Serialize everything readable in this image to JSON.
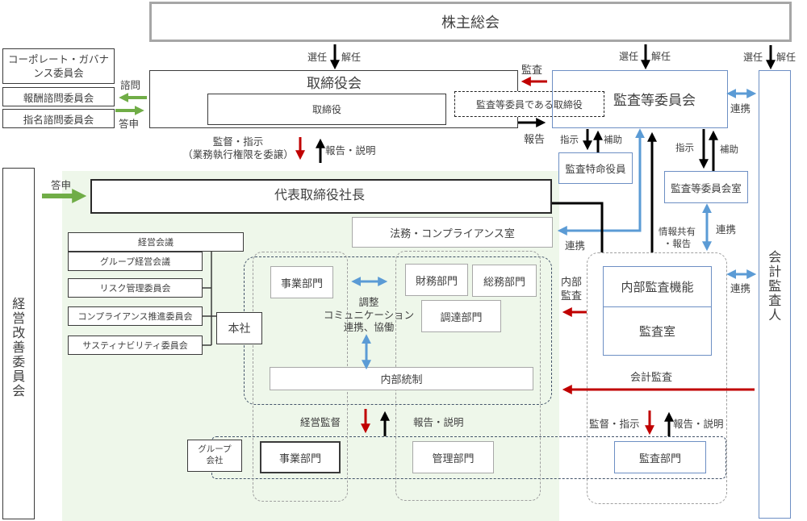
{
  "shareholders_meeting": "株主総会",
  "board": {
    "title": "取締役会",
    "directors": "取締役",
    "audit_committee_director": "監査等委員である取締役"
  },
  "advisory_committees": [
    "コーポレート・ガバナンス委員会",
    "報酬諮問委員会",
    "指名諮問委員会"
  ],
  "audit_committee": "監査等委員会",
  "special_auditor": "監査特命役員",
  "audit_committee_office": "監査等委員会室",
  "accounting_auditor": "会計監査人",
  "management_improvement_committee": "経営改善委員会",
  "president": "代表取締役社長",
  "legal_compliance_office": "法務・コンプライアンス室",
  "meetings": [
    "経営会議",
    "グループ経営会議",
    "リスク管理委員会",
    "コンプライアンス推進委員会",
    "サスティナビリティ委員会"
  ],
  "head_office": "本社",
  "departments": {
    "business": "事業部門",
    "finance": "財務部門",
    "general_affairs": "総務部門",
    "procurement": "調達部門",
    "internal_control": "内部統制",
    "coordination": "調整\nコミュニケーション\n連携、協働"
  },
  "internal_audit": {
    "function": "内部監査機能",
    "office": "監査室"
  },
  "group_companies": {
    "label": "グループ\n会社",
    "business": "事業部門",
    "management": "管理部門",
    "audit": "監査部門"
  },
  "arrow_labels": {
    "elect": "選任",
    "dismiss": "解任",
    "consult": "諮問",
    "report_answer": "答申",
    "audit": "監査",
    "report": "報告",
    "supervise_instruct_delegate": "監督・指示\n（業務執行権限を委譲）",
    "report_explain": "報告・説明",
    "instruct": "指示",
    "assist": "補助",
    "cooperate": "連携",
    "info_share_report": "情報共有\n・報告",
    "internal_audit": "内部\n監査",
    "accounting_audit": "会計監査",
    "management_supervision": "経営監督",
    "supervise_instruct": "監督・指示"
  },
  "colors": {
    "green_arrow": "#70ad47",
    "red_arrow": "#c00000",
    "blue_arrow": "#5b9bd5",
    "black_arrow": "#000000",
    "green_area": "#eef7ea",
    "blue_border": "#6d8fc4"
  }
}
